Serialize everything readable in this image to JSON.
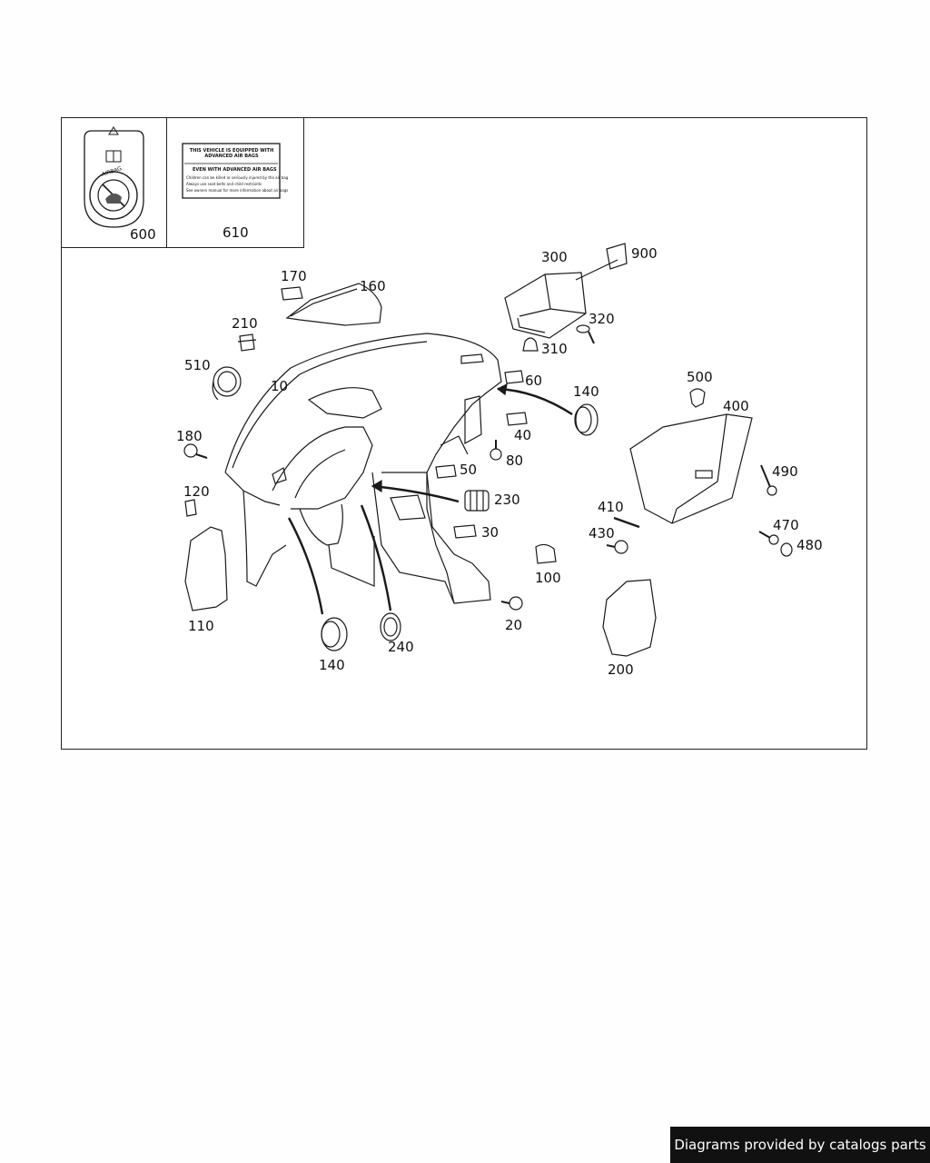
{
  "labels": {
    "warning_label": {
      "heading": "THIS VEHICLE IS EQUIPPED WITH ADVANCED AIR BAGS",
      "subheading": "EVEN WITH ADVANCED AIR BAGS",
      "bullets": [
        "Children can be killed or seriously injured by the air bag",
        "Always use seat belts and child restraints",
        "See owners manual for more information about air bags"
      ]
    },
    "airbag_decal_text": "AIRBAG"
  },
  "callouts": {
    "c600": "600",
    "c610": "610",
    "c170": "170",
    "c160": "160",
    "c300": "300",
    "c900": "900",
    "c210": "210",
    "c320": "320",
    "c310": "310",
    "c510": "510",
    "c10": "10",
    "c60": "60",
    "c140a": "140",
    "c500": "500",
    "c400": "400",
    "c180": "180",
    "c40": "40",
    "c80": "80",
    "c50": "50",
    "c490": "490",
    "c120": "120",
    "c230": "230",
    "c410": "410",
    "c30": "30",
    "c430": "430",
    "c470": "470",
    "c480": "480",
    "c100": "100",
    "c110": "110",
    "c20": "20",
    "c240": "240",
    "c200": "200",
    "c140b": "140"
  },
  "footer": {
    "text": "Diagrams provided by catalogs parts"
  }
}
